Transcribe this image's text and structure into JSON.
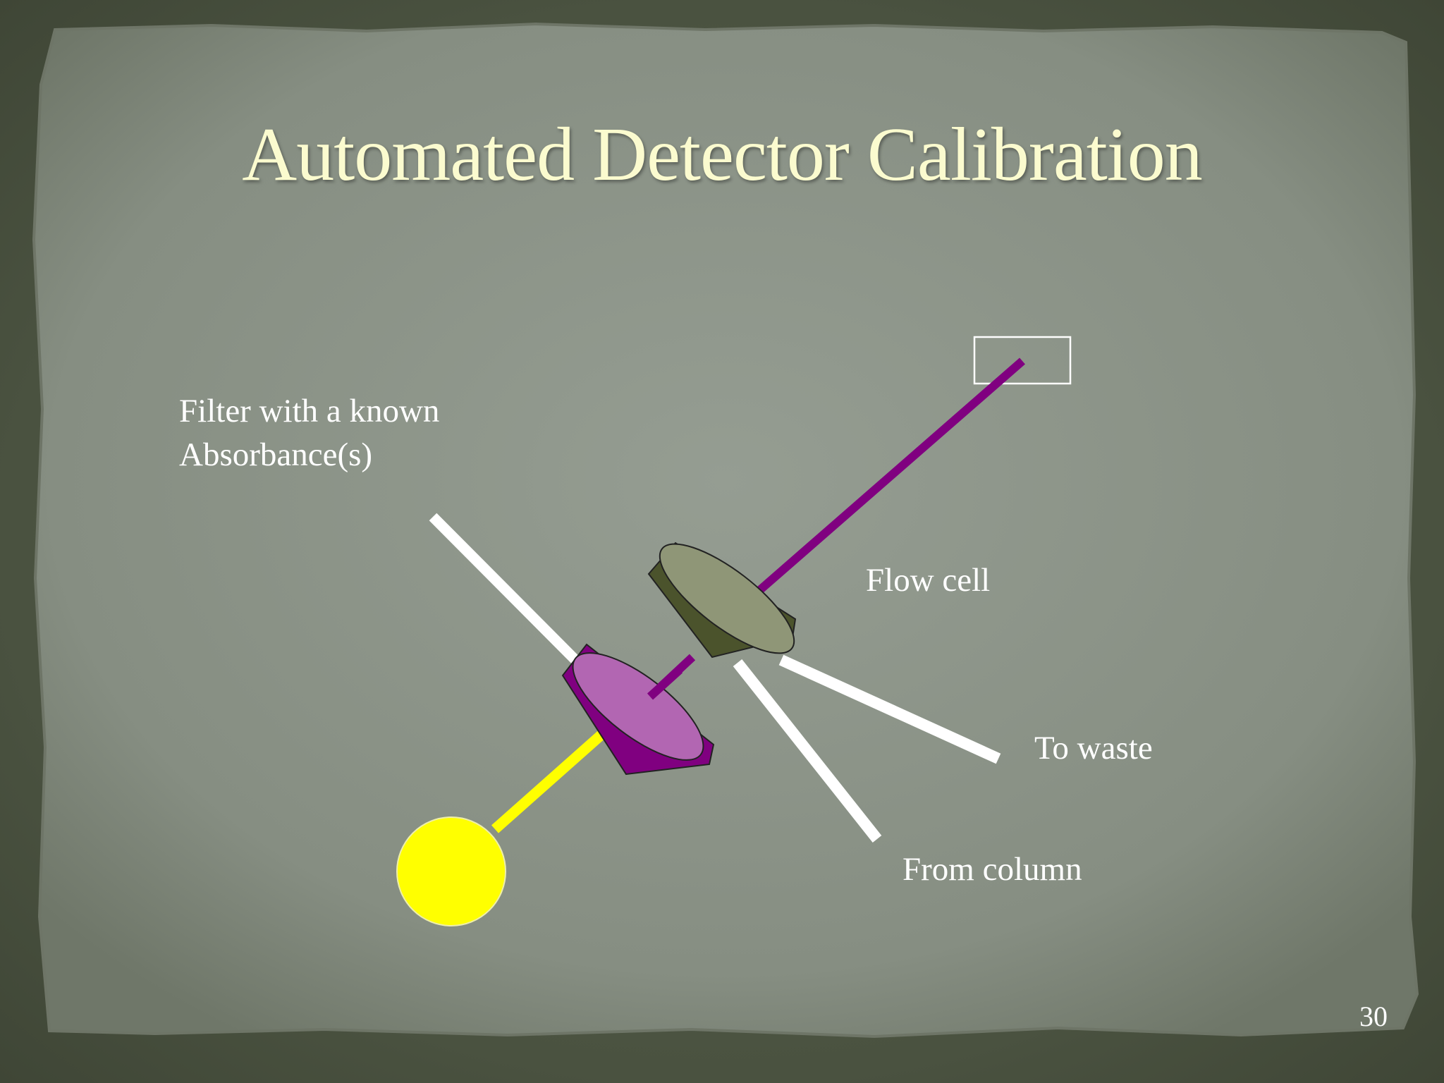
{
  "slide": {
    "title": "Automated Detector Calibration",
    "page_number": "30"
  },
  "diagram": {
    "labels": {
      "filter_line1": "Filter with a known",
      "filter_line2": "Absorbance(s)",
      "flow_cell": "Flow cell",
      "to_waste": "To waste",
      "from_column": "From column"
    },
    "components": {
      "lamp": "yellow-lamp-circle",
      "filter": "purple-filter-disk",
      "flow_cell": "olive-flow-cell-disk",
      "detector": "detector-rectangle"
    }
  },
  "colors": {
    "frame": "#4e5643",
    "paper": "#8d958a",
    "title": "#fbfbcf",
    "beam": "#800080",
    "lamp": "#ffff00",
    "filter_side": "#800080",
    "filter_face": "#b266b2",
    "flowcell_side": "#4b532c",
    "flowcell_face": "#8f9677",
    "tubing": "#ffffff"
  }
}
